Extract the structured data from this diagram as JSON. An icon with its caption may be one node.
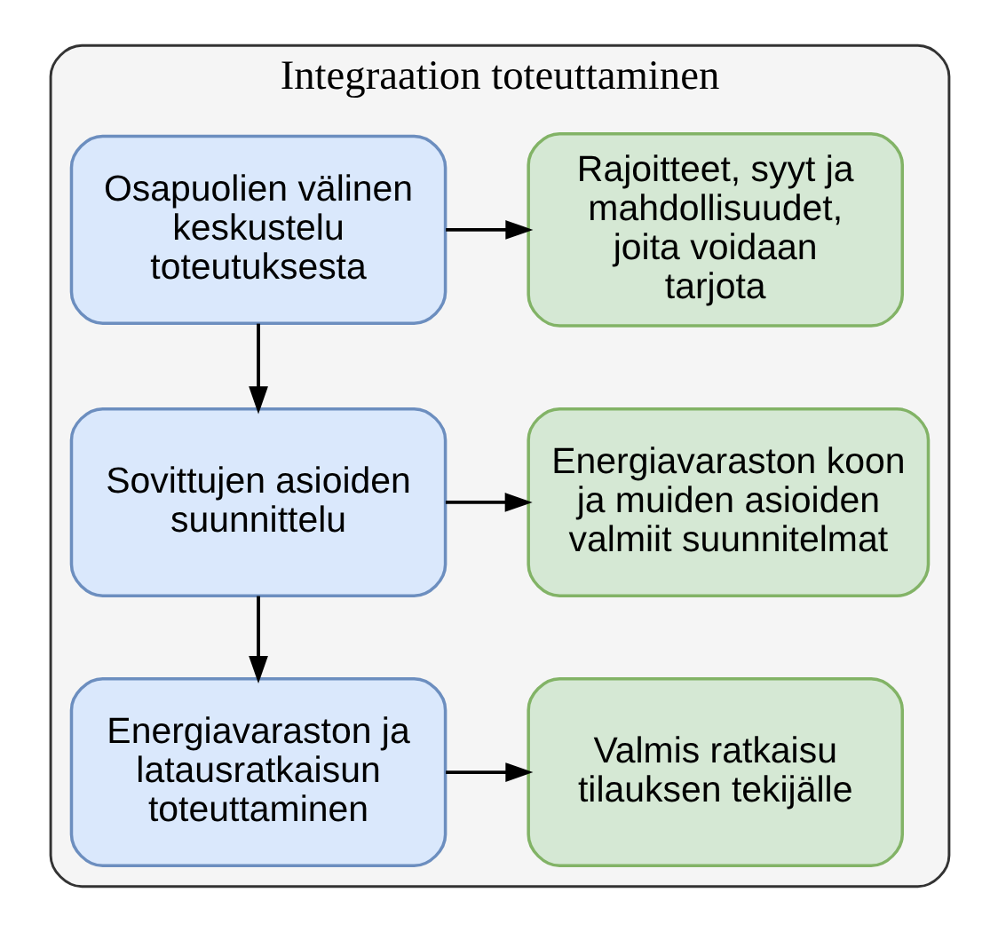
{
  "diagram": {
    "nodes": [
      {
        "text": [
          "Integraation toteuttaminen"
        ]
      },
      {
        "text": [
          "Osapuolien välinen keskustelu toteutuksesta"
        ],
        "in": 0
      },
      {
        "text": [
          "Rajoitteet, syyt ja mahdollisuudet, joita voidaan tarjota"
        ],
        "in": 0
      },
      {
        "text": [
          "Sovittujen asioiden suunnittelu"
        ],
        "in": 0
      },
      {
        "text": [
          "Energiavaraston koon ja muiden asioiden valmiit suunnitelmat"
        ],
        "in": 0
      },
      {
        "text": [
          "Energiavaraston ja latausratkaisun toteuttaminen"
        ],
        "in": 0
      },
      {
        "text": [
          "Valmis ratkaisu tilauksen tekijälle"
        ],
        "in": 0
      }
    ],
    "edges": [
      {
        "from": 1,
        "to": 2,
        "arrow": "to"
      },
      {
        "from": 1,
        "to": 3,
        "arrow": "to"
      },
      {
        "from": 3,
        "to": 4,
        "arrow": "to"
      },
      {
        "from": 3,
        "to": 5,
        "arrow": "to"
      },
      {
        "from": 5,
        "to": 6,
        "arrow": "to"
      }
    ]
  }
}
